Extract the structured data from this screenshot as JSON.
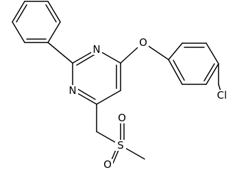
{
  "molecule": {
    "atoms": {
      "n1": "N",
      "n3": "N",
      "o_ether": "O",
      "cl": "Cl",
      "s": "S",
      "o_s1": "O",
      "o_s2": "O"
    }
  }
}
